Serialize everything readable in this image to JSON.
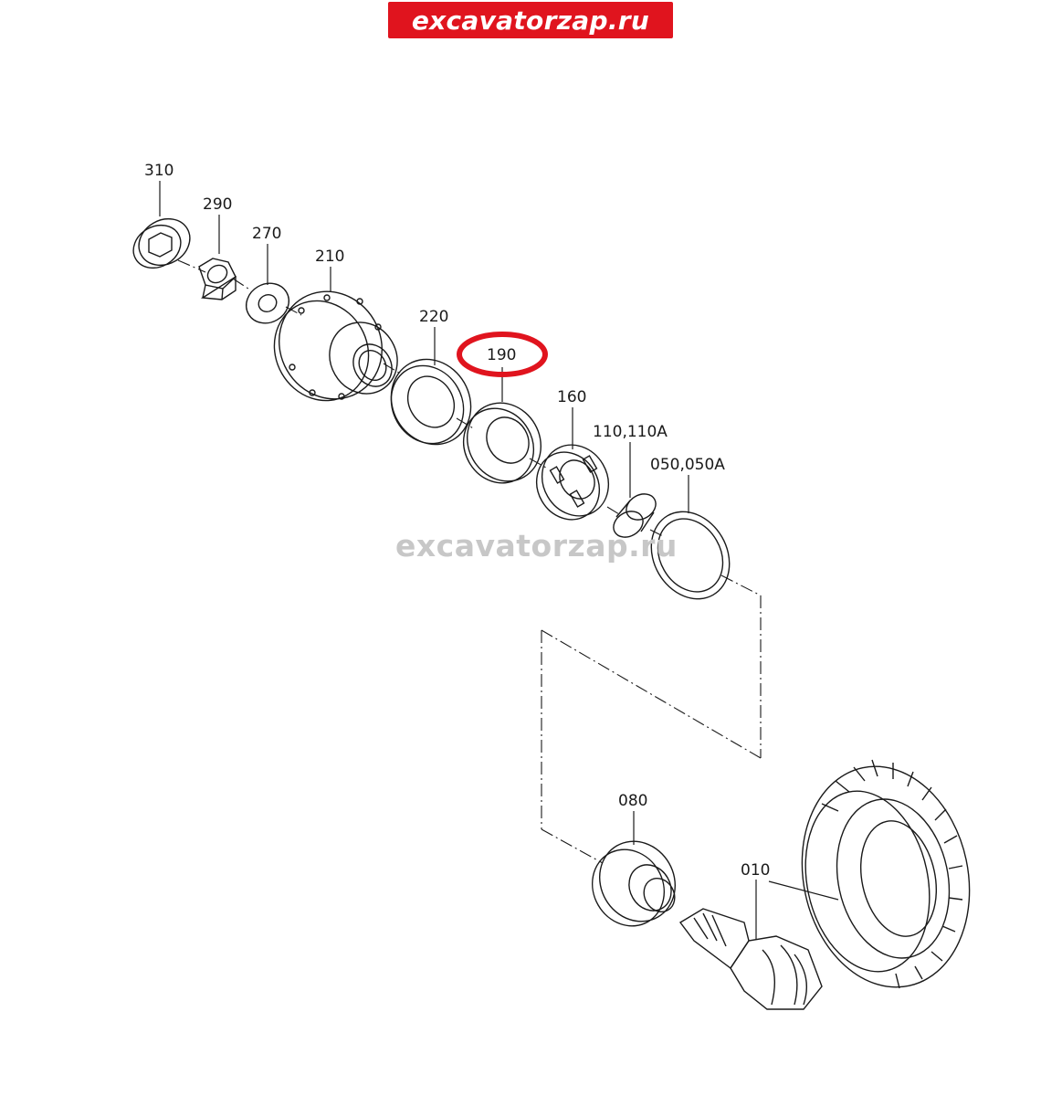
{
  "banner": {
    "text": "excavatorzap.ru",
    "color": "#e0141e"
  },
  "watermark": {
    "text": "excavatorzap.ru"
  },
  "highlight": {
    "part": "190",
    "color": "#e0141e"
  },
  "callouts": {
    "p310": "310",
    "p290": "290",
    "p270": "270",
    "p210": "210",
    "p220": "220",
    "p190": "190",
    "p160": "160",
    "p110": "110,110A",
    "p050": "050,050A",
    "p080": "080",
    "p010": "010"
  }
}
